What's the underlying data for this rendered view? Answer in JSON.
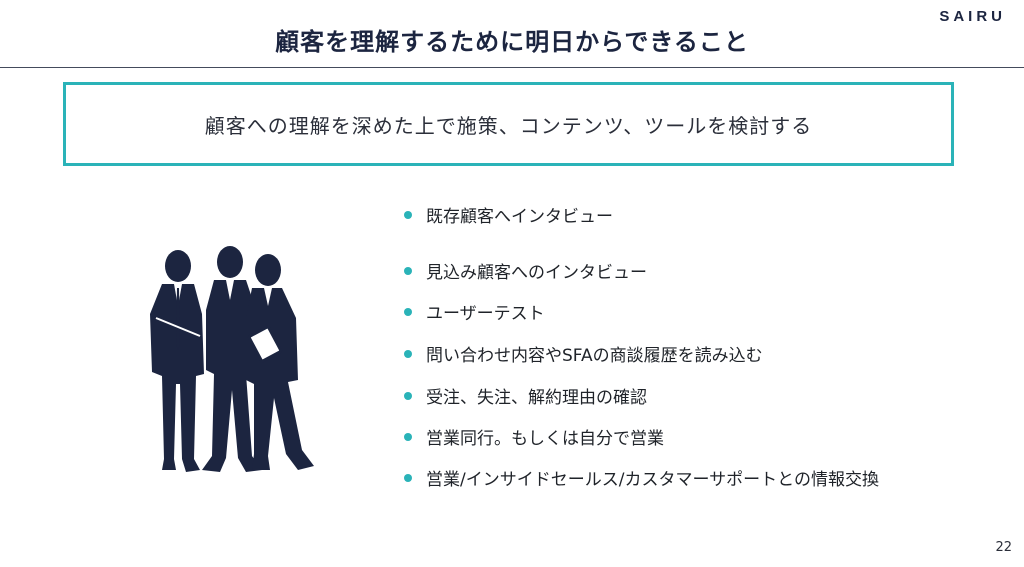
{
  "header": {
    "title": "顧客を理解するために明日からできること",
    "brand": "SAIRU"
  },
  "summary": {
    "text": "顧客への理解を深めた上で施策、コンテンツ、ツールを検討する"
  },
  "figure": {
    "icon": "business-people-group-icon",
    "color": "#1c2540"
  },
  "bullets": [
    "既存顧客へインタビュー",
    "見込み顧客へのインタビュー",
    "ユーザーテスト",
    "問い合わせ内容やSFAの商談履歴を読み込む",
    "受注、失注、解約理由の確認",
    "営業同行。もしくは自分で営業",
    "営業/インサイドセールス/カスタマーサポートとの情報交換"
  ],
  "colors": {
    "accent": "#2ab3b8",
    "text": "#1c2540"
  },
  "footer": {
    "page_number": "22"
  }
}
